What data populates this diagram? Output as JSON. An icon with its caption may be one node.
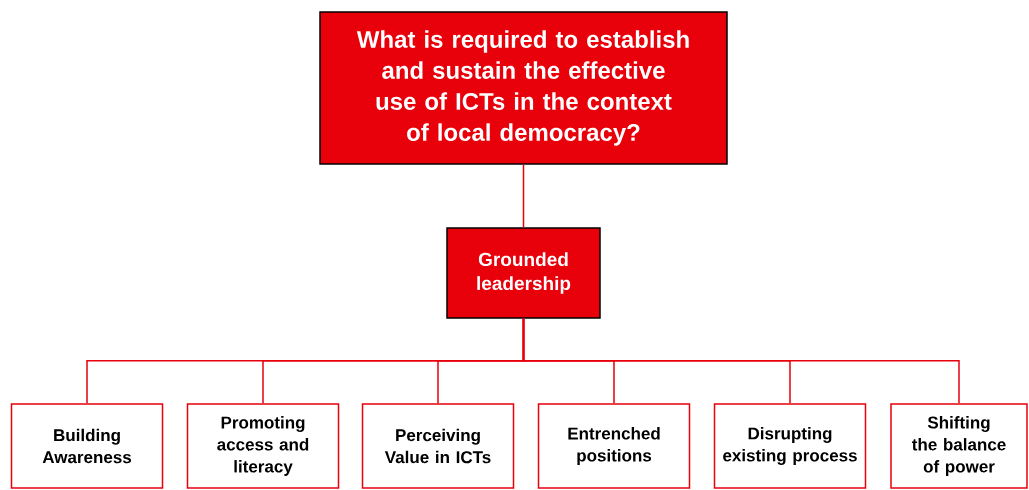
{
  "diagram": {
    "nodes": [
      {
        "text": [
          "What is required to establish and sustain the effective use of ICTs in the context of local democracy?"
        ]
      },
      {
        "text": [
          "Grounded leadership"
        ]
      },
      {
        "text": [
          "Building Awareness"
        ]
      },
      {
        "text": [
          "Promoting access and literacy"
        ]
      },
      {
        "text": [
          "Perceiving Value in ICTs"
        ]
      },
      {
        "text": [
          "Entrenched positions"
        ]
      },
      {
        "text": [
          "Disrupting existing process"
        ]
      },
      {
        "text": [
          "Shifting the balance of power"
        ]
      }
    ],
    "edges": [
      {
        "from": 0,
        "to": 1,
        "arrow": "none"
      },
      {
        "from": 1,
        "to": 2,
        "arrow": "none"
      },
      {
        "from": 1,
        "to": 3,
        "arrow": "none"
      },
      {
        "from": 1,
        "to": 4,
        "arrow": "none"
      },
      {
        "from": 1,
        "to": 5,
        "arrow": "none"
      },
      {
        "from": 1,
        "to": 6,
        "arrow": "none"
      },
      {
        "from": 1,
        "to": 7,
        "arrow": "none"
      }
    ]
  }
}
